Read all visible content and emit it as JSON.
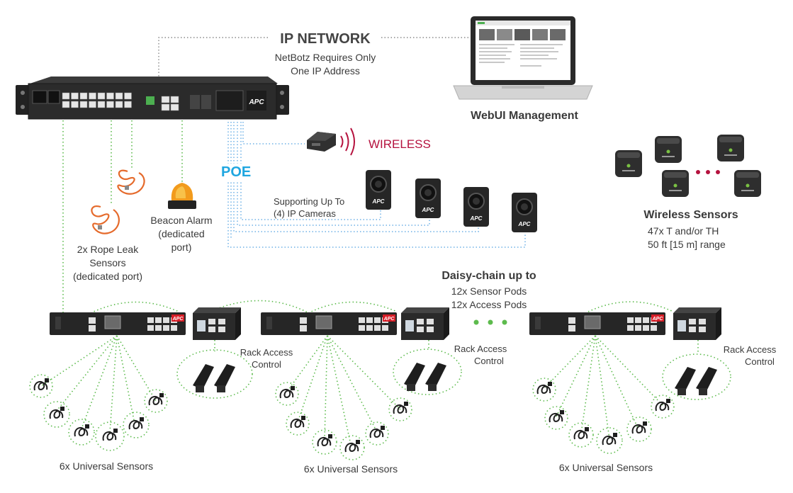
{
  "colors": {
    "network_line": "#8a8a8a",
    "poe_line": "#6fb1e6",
    "sensor_line": "#5dbb4d",
    "wireless": "#b5123e",
    "poe": "#1fa6e0",
    "device_dark": "#262626",
    "apc_red": "#d71e28",
    "text": "#3a3a3a"
  },
  "ip_network": {
    "title": "IP NETWORK",
    "line1": "NetBotz Requires Only",
    "line2": "One IP Address"
  },
  "webui": {
    "label": "WebUI Management"
  },
  "wireless": {
    "label": "WIRELESS"
  },
  "poe": {
    "label": "POE"
  },
  "cameras": {
    "line1": "Supporting Up To",
    "line2": "(4) IP Cameras",
    "brand": "APC"
  },
  "wireless_sensors": {
    "title": "Wireless Sensors",
    "line1": "47x T and/or TH",
    "line2": "50 ft [15 m] range",
    "ellipsis": "• • •"
  },
  "beacon": {
    "line1": "Beacon Alarm",
    "line2": "(dedicated",
    "line3": "port)"
  },
  "rope_leak": {
    "line1": "2x Rope Leak",
    "line2": "Sensors",
    "line3": "(dedicated port)"
  },
  "daisy_chain": {
    "title": "Daisy-chain up to",
    "line1": "12x Sensor Pods",
    "line2": "12x Access Pods",
    "ellipsis": "• • •"
  },
  "rack_access": {
    "line1": "Rack Access",
    "line2": "Control"
  },
  "universal_sensors": {
    "label": "6x Universal Sensors"
  },
  "appliance": {
    "brand": "APC"
  },
  "sensor_pod": {
    "brand": "APC"
  }
}
